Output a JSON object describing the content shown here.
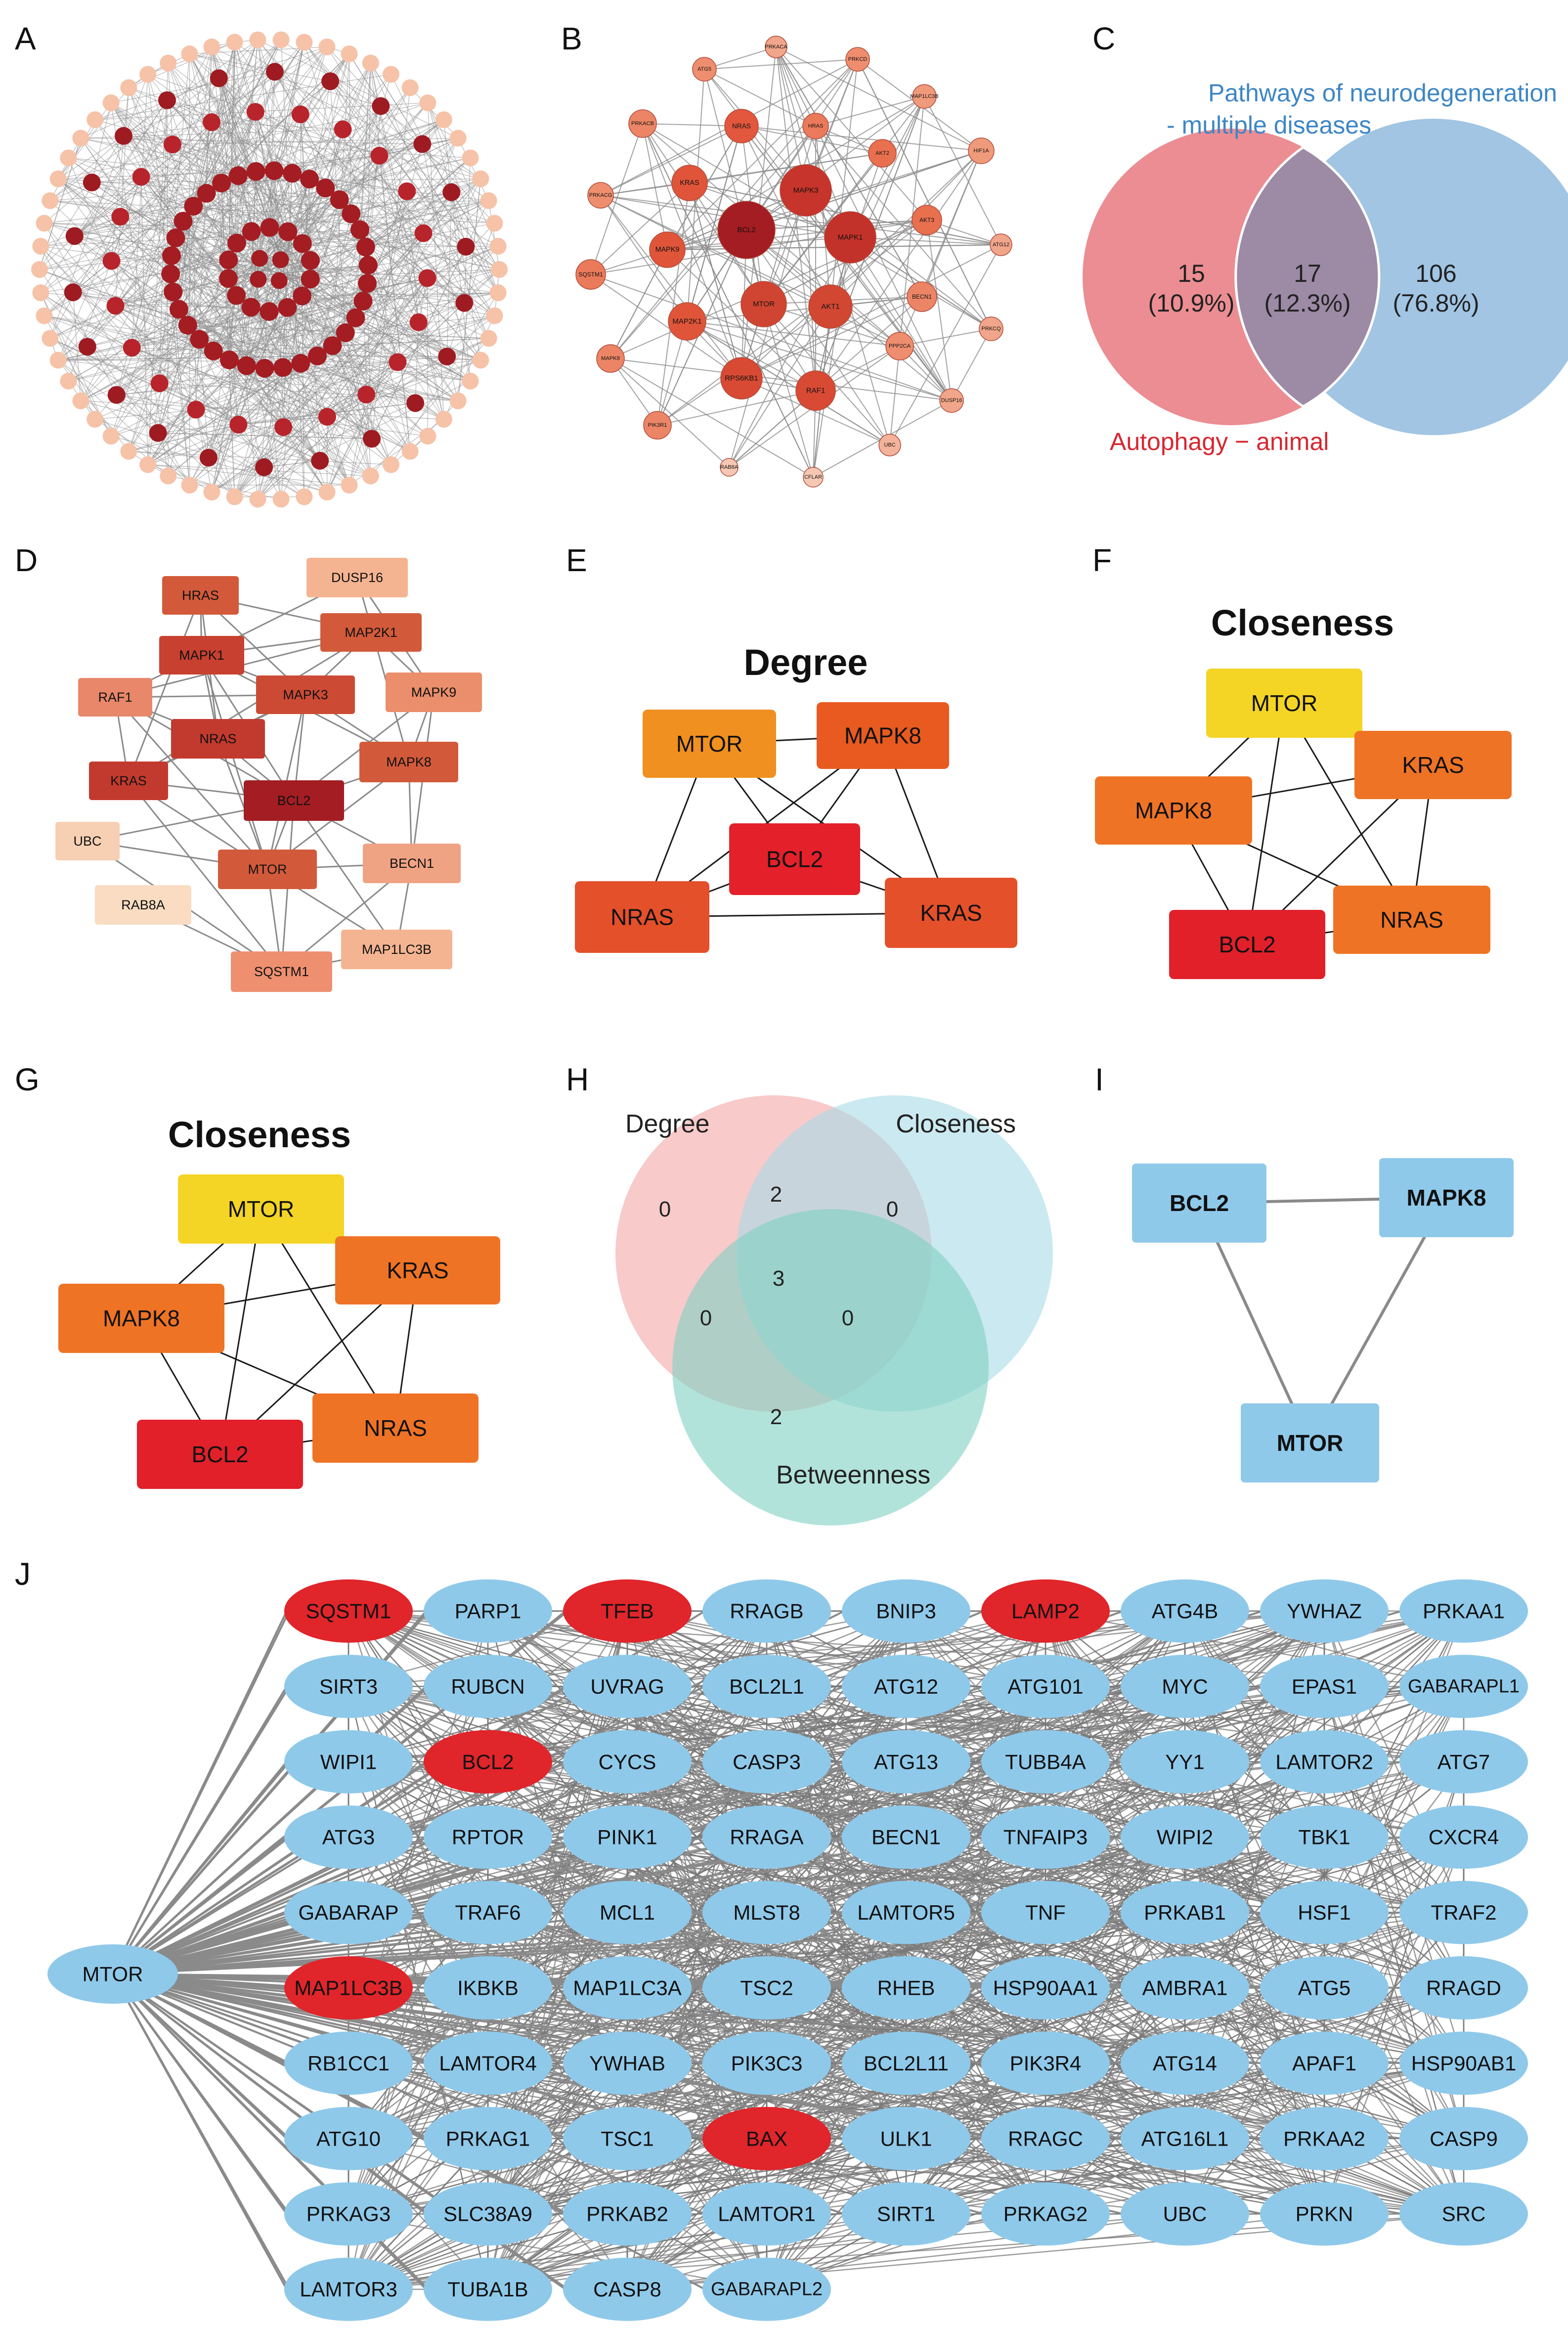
{
  "panels": {
    "A": {
      "label": "A"
    },
    "B": {
      "label": "B",
      "nodes": [
        "PRKACA",
        "ATG5",
        "PRKCD",
        "MAP1LC3B",
        "NRAS",
        "HRAS",
        "PRKACB",
        "AKT2",
        "HIF1A",
        "KRAS",
        "BCL2",
        "MAPK3",
        "MAPK1",
        "AKT3",
        "PRKACG",
        "ATG12",
        "MAPK9",
        "MTOR",
        "AKT1",
        "SQSTM1",
        "BECN1",
        "MAP2K1",
        "PPP2CA",
        "MAPK8",
        "PRKCQ",
        "RPS6KB1",
        "RAF1",
        "DUSP16",
        "PIK3R1",
        "UBC",
        "RAB8A",
        "CFLAR"
      ]
    },
    "C": {
      "label": "C",
      "top_label_line1": "Pathways of neurodegeneration",
      "top_label_line2": "- multiple diseases",
      "bottom_label": "Autophagy − animal",
      "left_count": "15",
      "left_pct": "(10.9%)",
      "mid_count": "17",
      "mid_pct": "(12.3%)",
      "right_count": "106",
      "right_pct": "(76.8%)"
    },
    "D": {
      "label": "D"
    },
    "E": {
      "label": "E",
      "title": "Degree"
    },
    "F": {
      "label": "F",
      "title": "Closeness"
    },
    "G": {
      "label": "G",
      "title": "Closeness"
    },
    "H": {
      "label": "H",
      "set1": "Degree",
      "set2": "Closeness",
      "set3": "Betweenness",
      "v1": "0",
      "v12": "2",
      "v2": "0",
      "v123": "3",
      "v13": "0",
      "v23": "0",
      "v3": "2"
    },
    "I": {
      "label": "I"
    },
    "J": {
      "label": "J",
      "hub": "MTOR"
    }
  },
  "colors": {
    "dark_red": "#a31d23",
    "red": "#e5242b",
    "orange": "#ee7223",
    "yellow": "#f4d425",
    "light_blue": "#8fc9ea",
    "venn_blue": "#3d86c6",
    "venn_red": "#d8262f"
  }
}
